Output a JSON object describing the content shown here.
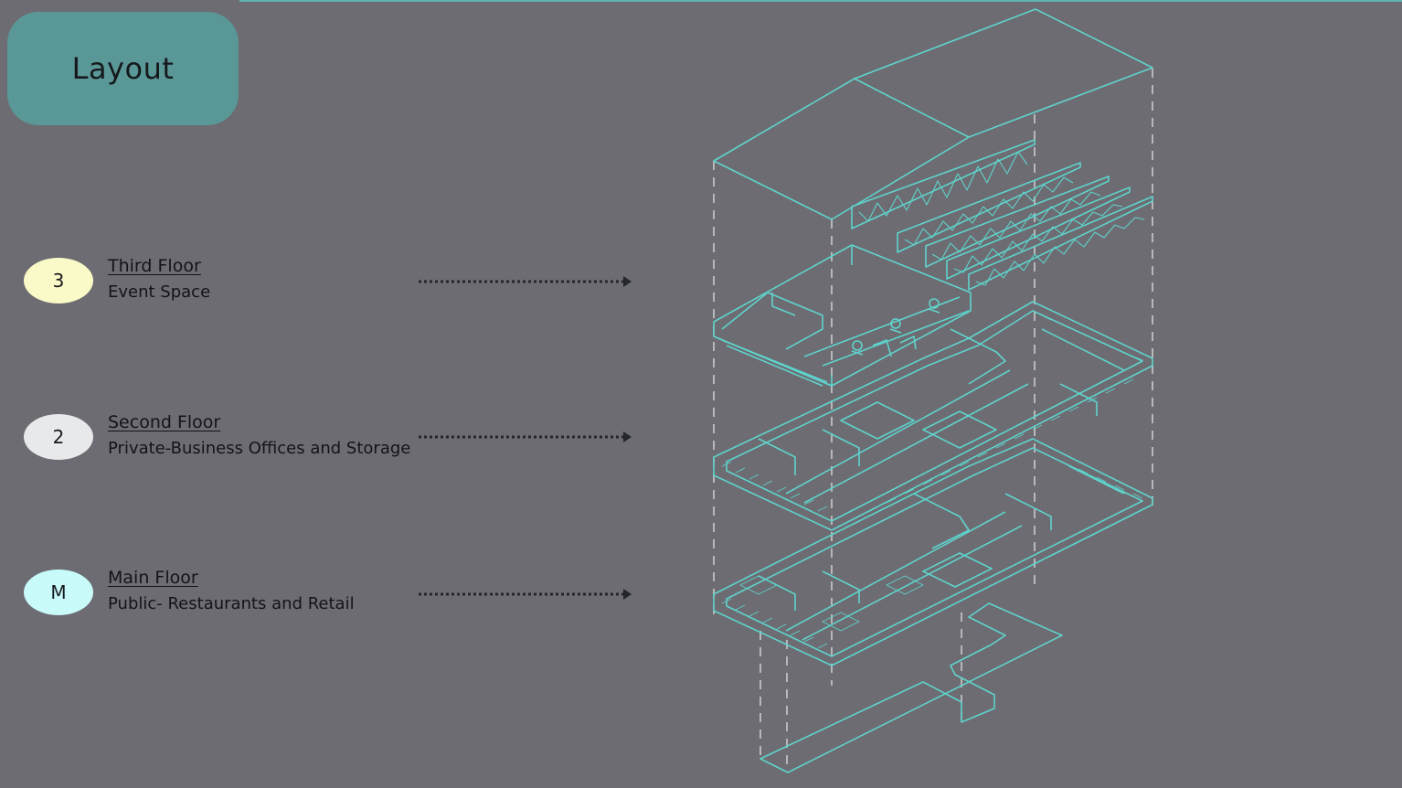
{
  "header": {
    "title": "Layout"
  },
  "floors": [
    {
      "badge": "3",
      "name": "Third Floor",
      "description": "Event Space",
      "badge_color": "#fafac8"
    },
    {
      "badge": "2",
      "name": "Second Floor",
      "description": "Private-Business Offices and Storage",
      "badge_color": "#e8e9ea"
    },
    {
      "badge": "M",
      "name": "Main Floor",
      "description": "Public- Restaurants and Retail",
      "badge_color": "#c9fbfb"
    }
  ],
  "colors": {
    "background": "#6d6c72",
    "accent": "#5a9897",
    "drawing_line": "#5fd3cc",
    "text": "#121417"
  }
}
